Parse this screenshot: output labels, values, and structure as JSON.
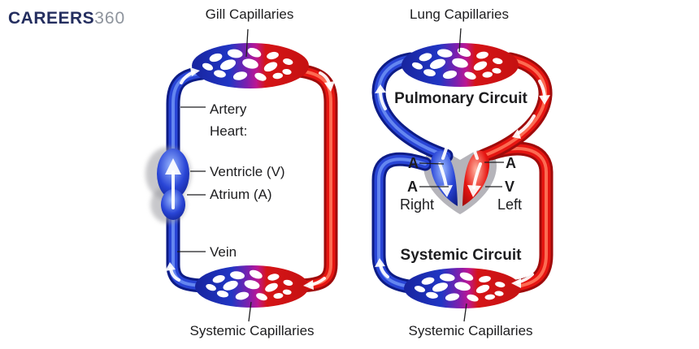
{
  "logo": {
    "part1": "CAREERS",
    "part2": "360"
  },
  "colors": {
    "vein_blue": "#2945d6",
    "vein_blue_dark": "#0d1c86",
    "artery_red": "#e61511",
    "artery_red_dark": "#9f0b0b",
    "capillary_purple": "#7e1fae",
    "heart_gray": "#b5b4ba",
    "text": "#1d1d1f",
    "logo_navy": "#242e5f",
    "logo_gray": "#8e949d",
    "background": "#ffffff"
  },
  "left_diagram": {
    "title_top": "Gill Capillaries",
    "title_bottom": "Systemic Capillaries",
    "labels": {
      "artery": "Artery",
      "heart": "Heart:",
      "ventricle": "Ventricle (V)",
      "atrium": "Atrium (A)",
      "vein": "Vein"
    }
  },
  "right_diagram": {
    "title_top": "Lung Capillaries",
    "title_bottom": "Systemic Capillaries",
    "circuit_top": "Pulmonary Circuit",
    "circuit_bottom": "Systemic Circuit",
    "heart_labels": {
      "atrium_left": "A",
      "atrium_right": "A",
      "lower_left": "A",
      "ventricle_right": "V",
      "side_left": "Right",
      "side_right": "Left"
    }
  }
}
